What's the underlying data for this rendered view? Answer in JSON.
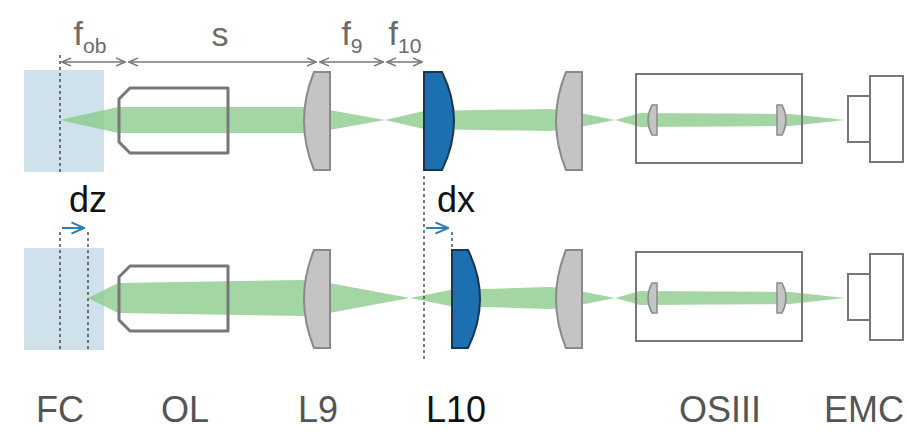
{
  "diagram": {
    "labels": [
      "fob",
      "s",
      "f9",
      "f10",
      "dz",
      "dx",
      "FC",
      "OL",
      "L9",
      "L10",
      "OSIII",
      "EMC"
    ]
  }
}
